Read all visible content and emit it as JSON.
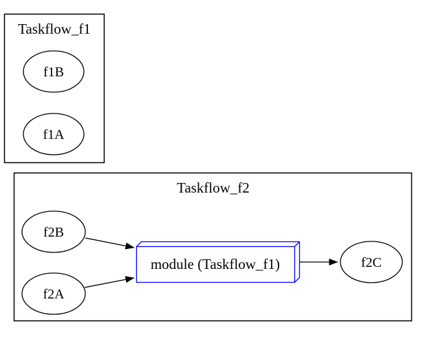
{
  "diagram": {
    "clusters": {
      "f1": {
        "title": "Taskflow_f1",
        "nodes": {
          "f1B": "f1B",
          "f1A": "f1A"
        }
      },
      "f2": {
        "title": "Taskflow_f2",
        "nodes": {
          "f2B": "f2B",
          "f2A": "f2A",
          "f2C": "f2C"
        },
        "module": {
          "label": "module (Taskflow_f1)"
        }
      }
    },
    "edges": [
      {
        "from": "f2B",
        "to": "module (Taskflow_f1)"
      },
      {
        "from": "f2A",
        "to": "module (Taskflow_f1)"
      },
      {
        "from": "module (Taskflow_f1)",
        "to": "f2C"
      }
    ]
  },
  "colors": {
    "background": "#ffffff",
    "node_stroke": "#000000",
    "module_stroke": "#0000ff",
    "edge_stroke": "#000000",
    "text": "#000000"
  }
}
